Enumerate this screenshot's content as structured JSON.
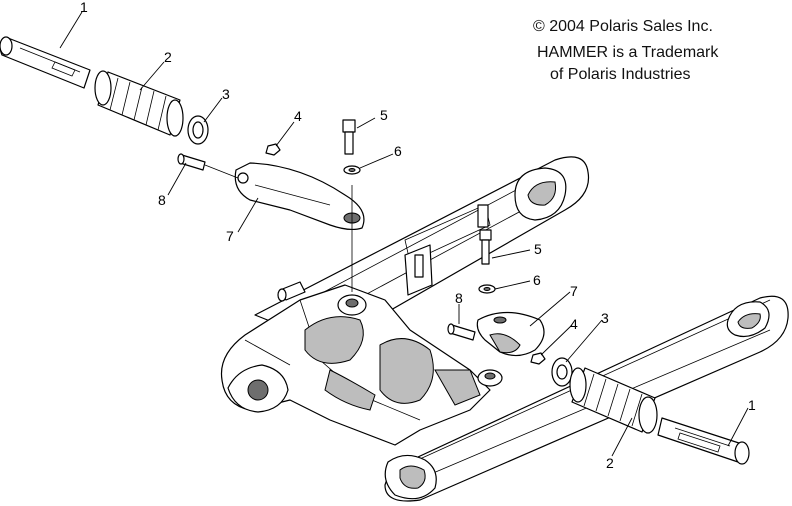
{
  "copyright": {
    "line1": "© 2004 Polaris Sales Inc.",
    "line2": "HAMMER is a Trademark",
    "line3": "of Polaris Industries"
  },
  "callouts": {
    "upper": [
      "1",
      "2",
      "3",
      "4",
      "5",
      "6",
      "7",
      "8"
    ],
    "lower": [
      "5",
      "6",
      "7",
      "8",
      "4",
      "3",
      "1",
      "2"
    ]
  }
}
